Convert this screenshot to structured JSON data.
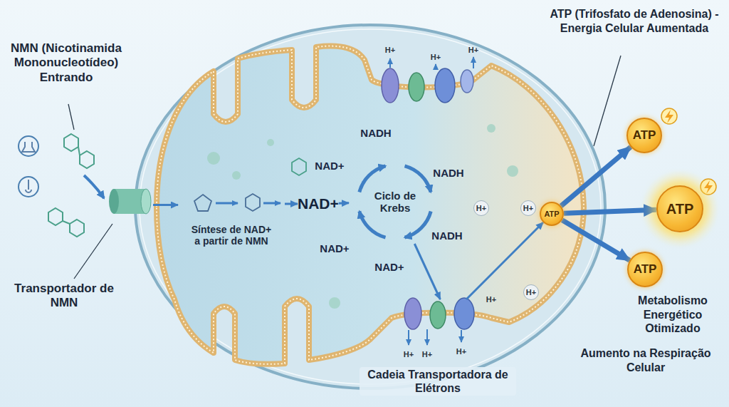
{
  "diagram": {
    "nodes": [
      {
        "text": [
          "Transportador de NMN"
        ]
      },
      {
        "text": [
          "Síntese de NAD+ a partir de NMN"
        ]
      },
      {
        "text": [
          "NAD+"
        ]
      },
      {
        "text": [
          "Ciclo de Krebs"
        ]
      },
      {
        "text": [
          "Cadeia Transportadora de Elétrons"
        ]
      },
      {
        "text": [
          "ATP"
        ]
      },
      {
        "text": [
          "ATP"
        ]
      },
      {
        "text": [
          "ATP"
        ]
      },
      {
        "text": [
          "ATP"
        ]
      }
    ],
    "edges": [
      {
        "from": 0,
        "to": 1,
        "arrow": "to"
      },
      {
        "from": 1,
        "to": 2,
        "arrow": "to"
      },
      {
        "from": 2,
        "to": 3,
        "arrow": "to"
      },
      {
        "from": 3,
        "to": 4,
        "arrow": "to"
      },
      {
        "from": 4,
        "to": 5,
        "arrow": "to"
      },
      {
        "from": 5,
        "to": 6,
        "arrow": "to"
      },
      {
        "from": 5,
        "to": 7,
        "arrow": "to"
      },
      {
        "from": 5,
        "to": 8,
        "arrow": "to"
      }
    ],
    "labels": [
      "NMN (Nicotinamida Mononucleotídeo) Entrando",
      "ATP (Trifosfato de Adenosina) - Energia Celular Aumentada",
      "NADH",
      "NAD+",
      "NADH",
      "NADH",
      "NAD+",
      "NAD+",
      "H+",
      "H+",
      "H+",
      "H+",
      "H+",
      "H+",
      "H+",
      "H+",
      "H+",
      "H+",
      "Metabolismo Energético Otimizado",
      "Aumento na Respiração Celular"
    ]
  }
}
